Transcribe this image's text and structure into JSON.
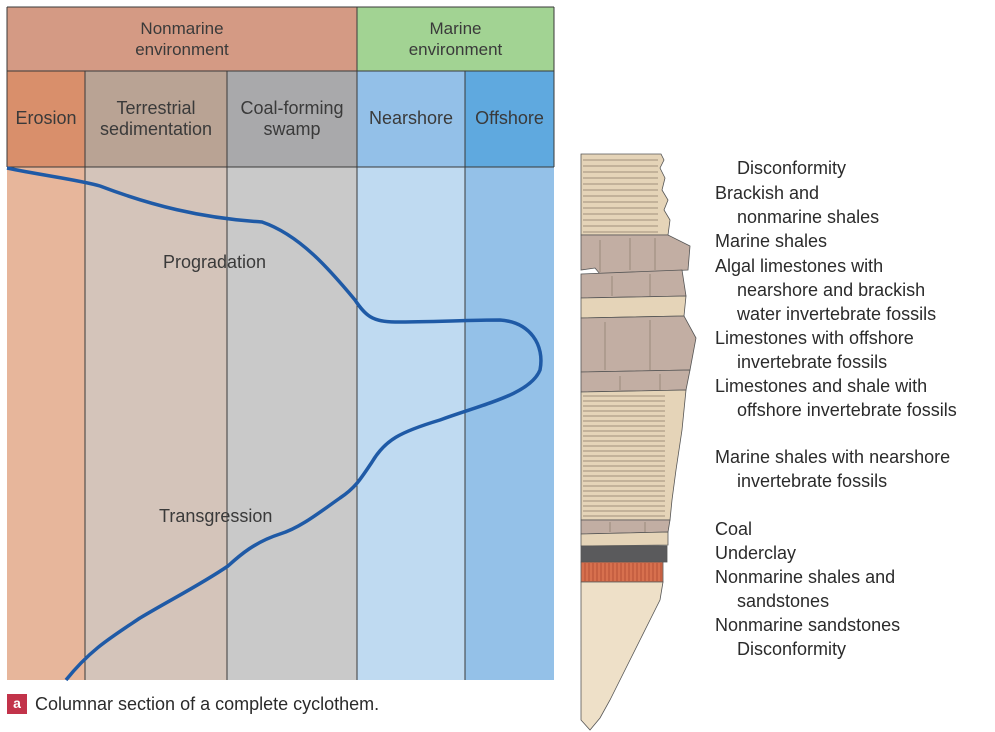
{
  "headers": {
    "nonmarine": "Nonmarine\nenvironment",
    "marine": "Marine\nenvironment"
  },
  "zones": [
    {
      "label": "Erosion",
      "header_color": "#d98f6b",
      "body_color": "#e7b69b"
    },
    {
      "label": "Terrestrial\nsedimentation",
      "header_color": "#b9a394",
      "body_color": "#d4c4ba"
    },
    {
      "label": "Coal-forming\nswamp",
      "header_color": "#a9a9ab",
      "body_color": "#c9c9c9"
    },
    {
      "label": "Nearshore",
      "header_color": "#93c0e8",
      "body_color": "#bfdaf1"
    },
    {
      "label": "Offshore",
      "header_color": "#5fa9df",
      "body_color": "#94c1e8"
    }
  ],
  "colors": {
    "nonmarine_header": "#d49a84",
    "marine_header": "#a2d393",
    "curve": "#1f5aa6"
  },
  "curve_labels": {
    "progradation": "Progradation",
    "transgression": "Transgression"
  },
  "caption": {
    "badge": "a",
    "text": "Columnar section of a complete cyclothem."
  },
  "column_labels": [
    "Disconformity",
    "Brackish and",
    "nonmarine shales",
    "Marine shales",
    "Algal limestones with",
    "nearshore and brackish",
    "water invertebrate fossils",
    "Limestones with offshore",
    "invertebrate fossils",
    "Limestones and shale with",
    "offshore invertebrate fossils",
    "Marine shales with nearshore",
    "invertebrate fossils",
    "Coal",
    "Underclay",
    "Nonmarine shales and",
    "sandstones",
    "Nonmarine sandstones",
    "Disconformity"
  ],
  "column_colors": {
    "shale": "#e5d4b8",
    "limestone": "#c2aea3",
    "coal": "#5a5a5c",
    "underclay": "#d7704e",
    "sandstone": "#eee0c8"
  }
}
